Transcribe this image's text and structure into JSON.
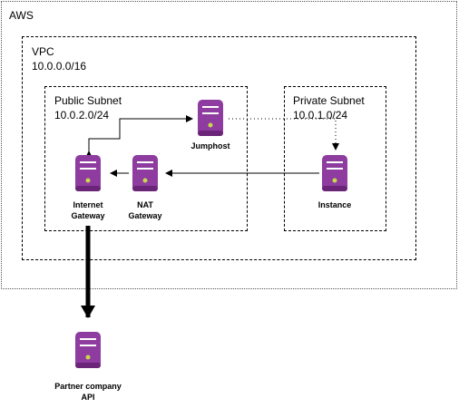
{
  "groups": {
    "aws": {
      "label": "AWS"
    },
    "vpc": {
      "label": "VPC",
      "cidr": "10.0.0.0/16"
    },
    "public_subnet": {
      "label": "Public Subnet",
      "cidr": "10.0.2.0/24"
    },
    "private_subnet": {
      "label": "Private Subnet",
      "cidr": "10.0.1.0/24"
    }
  },
  "nodes": {
    "jumphost": {
      "label": "Jumphost"
    },
    "internet_gateway": {
      "label_line1": "Internet",
      "label_line2": "Gateway"
    },
    "nat_gateway": {
      "label_line1": "NAT",
      "label_line2": "Gateway"
    },
    "instance": {
      "label": "Instance"
    },
    "partner_api": {
      "label_line1": "Partner company",
      "label_line2": "API"
    }
  },
  "colors": {
    "server_body": "#8e3ca0",
    "server_dark": "#6a2478",
    "server_slot": "#ffffff",
    "server_led": "#c9d94a"
  },
  "icon": "server-icon"
}
